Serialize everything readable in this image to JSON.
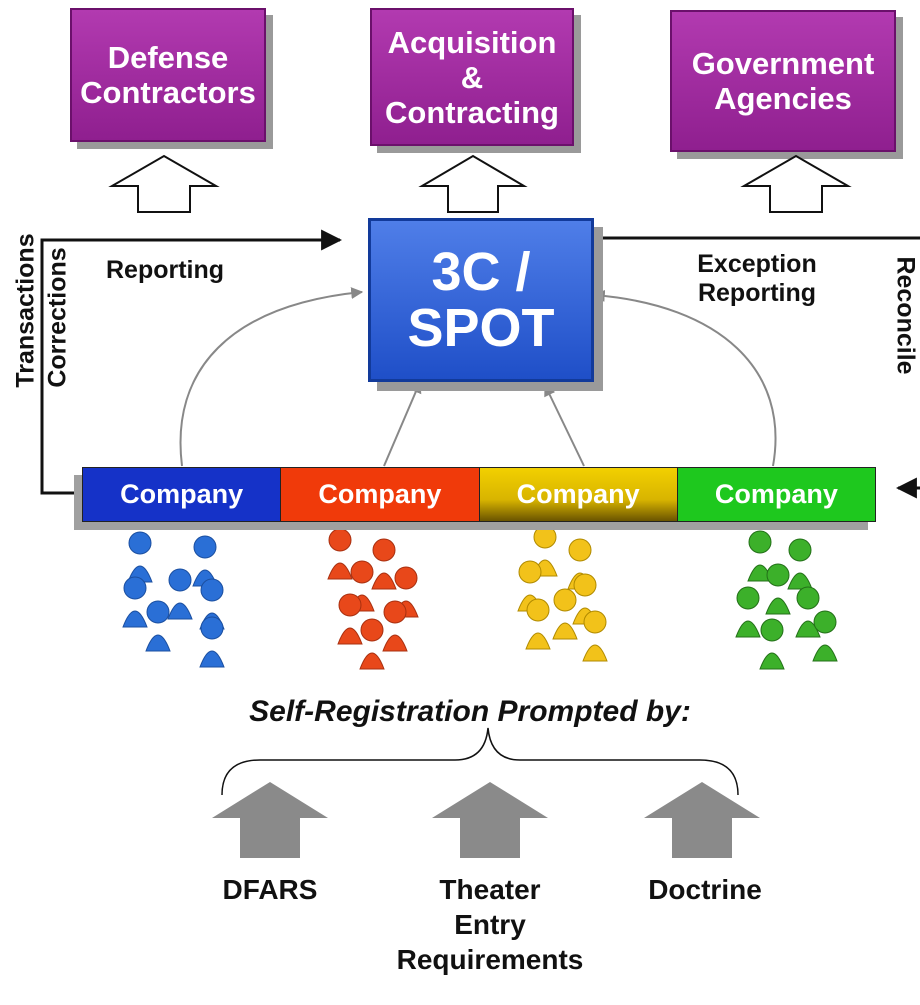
{
  "top_boxes": [
    {
      "lines": [
        "Defense",
        "Contractors"
      ]
    },
    {
      "lines": [
        "Acquisition",
        "&",
        "Contracting"
      ]
    },
    {
      "lines": [
        "Government",
        "Agencies"
      ]
    }
  ],
  "hub": {
    "lines": [
      "3C /",
      "SPOT"
    ]
  },
  "labels": {
    "reporting": "Reporting",
    "exception_reporting": [
      "Exception",
      "Reporting"
    ],
    "transactions": "Transactions",
    "corrections": "Corrections",
    "reconcile": "Reconcile"
  },
  "companies": [
    {
      "label": "Company",
      "color": "#1532c8"
    },
    {
      "label": "Company",
      "color": "#f03a0a"
    },
    {
      "label": "Company",
      "color": "#e0c000"
    },
    {
      "label": "Company",
      "color": "#1ec81e"
    }
  ],
  "people_colors": [
    "#2a6fd6",
    "#e8481a",
    "#f2c21a",
    "#3cb02a"
  ],
  "caption": "Self-Registration Prompted by:",
  "prompts": [
    {
      "lines": [
        "DFARS"
      ]
    },
    {
      "lines": [
        "Theater",
        "Entry",
        "Requirements"
      ]
    },
    {
      "lines": [
        "Doctrine"
      ]
    }
  ]
}
